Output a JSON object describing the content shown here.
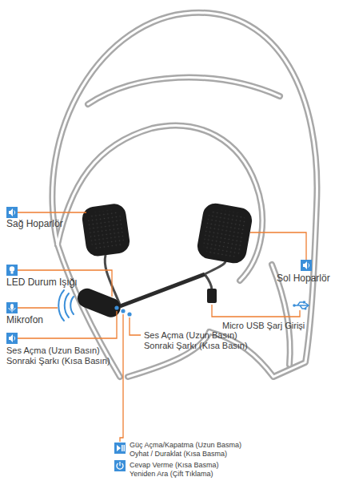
{
  "diagram": {
    "labels": [
      "Sağ Hoparlör",
      "Sol Hoparlör",
      "LED Durum Işığı",
      "Mikrofon",
      "Micro USB Şarj Girişi",
      "Ses Açma (Uzun Basın)",
      "Sonraki Şarkı (Kısa Basın)",
      "Ses Açma (Uzun Basın)",
      "Sonraki Şarkı (Kısa Basın)",
      "Güç Açma/Kapatma (Uzun Basma)",
      "Oyhat / Duraklat (Kısa Basma)",
      "Cevap Verme (Kısa Basma)",
      "Yeniden Ara (Çift Tıklama)"
    ]
  }
}
